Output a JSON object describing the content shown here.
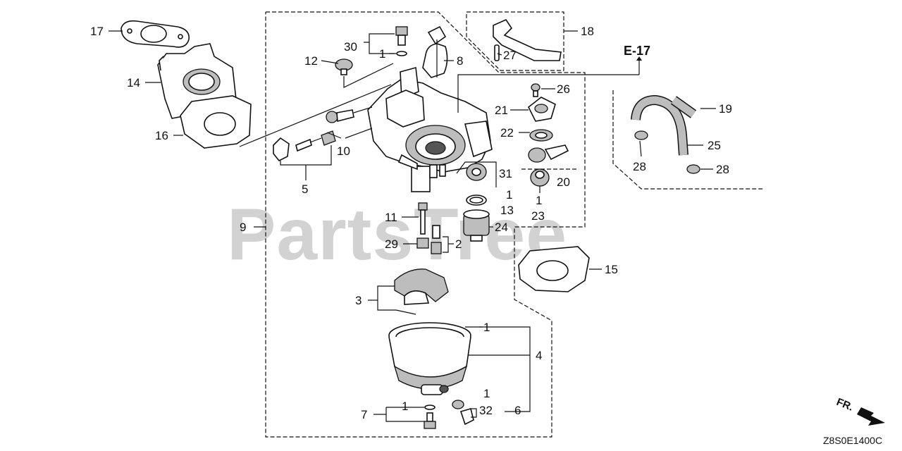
{
  "watermark": "PartsTree",
  "diagram_code": "Z8S0E1400C",
  "reference": "E-17",
  "direction_label": "FR.",
  "callouts": {
    "c1a": "1",
    "c1b": "1",
    "c1c": "1",
    "c1d": "1",
    "c1e": "1",
    "c1f": "1",
    "c2": "2",
    "c3": "3",
    "c4": "4",
    "c5": "5",
    "c6": "6",
    "c7": "7",
    "c8": "8",
    "c9": "9",
    "c10": "10",
    "c11": "11",
    "c12": "12",
    "c13": "13",
    "c14": "14",
    "c15": "15",
    "c16": "16",
    "c17": "17",
    "c18": "18",
    "c19": "19",
    "c20": "20",
    "c21": "21",
    "c22": "22",
    "c23": "23",
    "c24": "24",
    "c25": "25",
    "c26": "26",
    "c27": "27",
    "c28a": "28",
    "c28b": "28",
    "c29": "29",
    "c30": "30",
    "c31": "31",
    "c32": "32"
  }
}
